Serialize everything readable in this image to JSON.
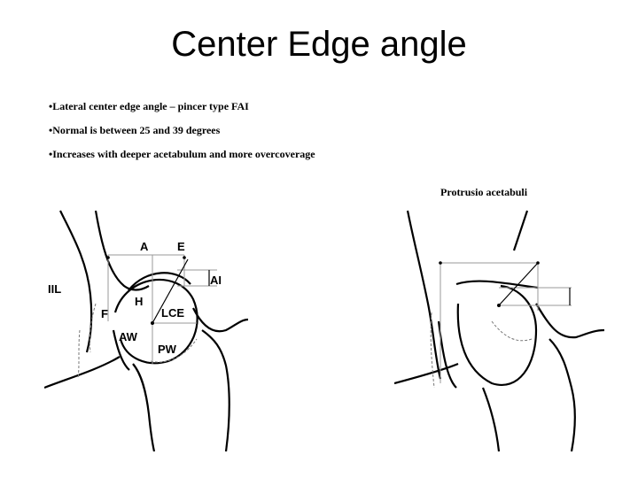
{
  "slide": {
    "title": "Center Edge angle",
    "bullets": [
      "•Lateral center edge angle – pincer type FAI",
      "•Normal is between 25 and 39 degrees",
      "•Increases with deeper acetabulum and more overcoverage"
    ],
    "right_caption": "Protrusio acetabuli"
  },
  "left_figure": {
    "labels": {
      "a": "A",
      "e": "E",
      "ai": "AI",
      "iil": "IIL",
      "h": "H",
      "f": "F",
      "lce": "LCE",
      "aw": "AW",
      "pw": "PW"
    }
  }
}
